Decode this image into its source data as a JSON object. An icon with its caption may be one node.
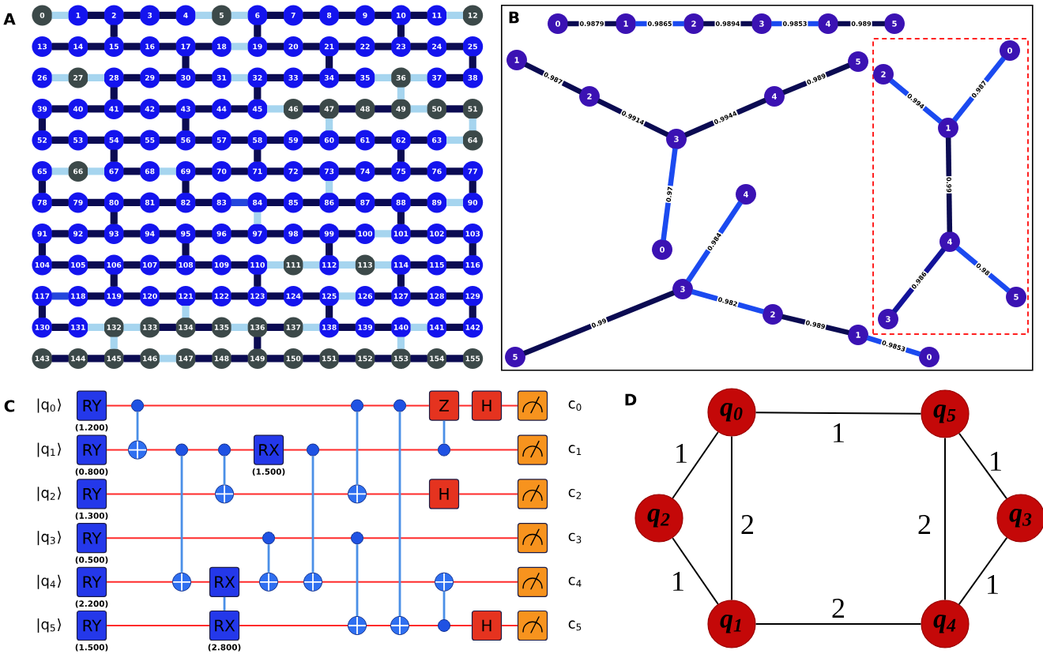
{
  "diagram": {
    "nodes": [
      {
        "text": [
          "0"
        ]
      },
      {
        "text": [
          "1"
        ]
      },
      {
        "text": [
          "2"
        ]
      },
      {
        "text": [
          "3"
        ]
      },
      {
        "text": [
          "4"
        ]
      },
      {
        "text": [
          "5"
        ]
      },
      {
        "text": [
          "6"
        ]
      },
      {
        "text": [
          "7"
        ]
      },
      {
        "text": [
          "8"
        ]
      },
      {
        "text": [
          "9"
        ]
      },
      {
        "text": [
          "10"
        ]
      },
      {
        "text": [
          "11"
        ]
      },
      {
        "text": [
          "12"
        ]
      },
      {
        "text": [
          "13"
        ]
      },
      {
        "text": [
          "14"
        ]
      },
      {
        "text": [
          "15"
        ]
      },
      {
        "text": [
          "16"
        ]
      },
      {
        "text": [
          "17"
        ]
      },
      {
        "text": [
          "18"
        ]
      },
      {
        "text": [
          "19"
        ]
      },
      {
        "text": [
          "20"
        ]
      },
      {
        "text": [
          "21"
        ]
      },
      {
        "text": [
          "22"
        ]
      },
      {
        "text": [
          "23"
        ]
      },
      {
        "text": [
          "24"
        ]
      },
      {
        "text": [
          "25"
        ]
      },
      {
        "text": [
          "26"
        ]
      },
      {
        "text": [
          "27"
        ]
      },
      {
        "text": [
          "28"
        ]
      },
      {
        "text": [
          "29"
        ]
      },
      {
        "text": [
          "30"
        ]
      },
      {
        "text": [
          "31"
        ]
      },
      {
        "text": [
          "32"
        ]
      },
      {
        "text": [
          "33"
        ]
      },
      {
        "text": [
          "34"
        ]
      },
      {
        "text": [
          "35"
        ]
      },
      {
        "text": [
          "36"
        ]
      },
      {
        "text": [
          "37"
        ]
      },
      {
        "text": [
          "38"
        ]
      },
      {
        "text": [
          "39"
        ]
      },
      {
        "text": [
          "40"
        ]
      },
      {
        "text": [
          "41"
        ]
      },
      {
        "text": [
          "42"
        ]
      },
      {
        "text": [
          "43"
        ]
      },
      {
        "text": [
          "44"
        ]
      },
      {
        "text": [
          "45"
        ]
      },
      {
        "text": [
          "46"
        ]
      },
      {
        "text": [
          "47"
        ]
      },
      {
        "text": [
          "48"
        ]
      },
      {
        "text": [
          "49"
        ]
      },
      {
        "text": [
          "50"
        ]
      },
      {
        "text": [
          "51"
        ]
      },
      {
        "text": [
          "52"
        ]
      },
      {
        "text": [
          "53"
        ]
      },
      {
        "text": [
          "54"
        ]
      },
      {
        "text": [
          "55"
        ]
      },
      {
        "text": [
          "56"
        ]
      },
      {
        "text": [
          "57"
        ]
      },
      {
        "text": [
          "58"
        ]
      },
      {
        "text": [
          "59"
        ]
      },
      {
        "text": [
          "60"
        ]
      },
      {
        "text": [
          "61"
        ]
      },
      {
        "text": [
          "62"
        ]
      },
      {
        "text": [
          "63"
        ]
      },
      {
        "text": [
          "64"
        ]
      },
      {
        "text": [
          "65"
        ]
      },
      {
        "text": [
          "66"
        ]
      },
      {
        "text": [
          "67"
        ]
      },
      {
        "text": [
          "68"
        ]
      },
      {
        "text": [
          "69"
        ]
      },
      {
        "text": [
          "70"
        ]
      },
      {
        "text": [
          "71"
        ]
      },
      {
        "text": [
          "72"
        ]
      },
      {
        "text": [
          "73"
        ]
      },
      {
        "text": [
          "74"
        ]
      },
      {
        "text": [
          "75"
        ]
      },
      {
        "text": [
          "76"
        ]
      },
      {
        "text": [
          "77"
        ]
      },
      {
        "text": [
          "78"
        ]
      },
      {
        "text": [
          "79"
        ]
      },
      {
        "text": [
          "80"
        ]
      },
      {
        "text": [
          "81"
        ]
      },
      {
        "text": [
          "82"
        ]
      },
      {
        "text": [
          "83"
        ]
      },
      {
        "text": [
          "84"
        ]
      },
      {
        "text": [
          "85"
        ]
      },
      {
        "text": [
          "86"
        ]
      },
      {
        "text": [
          "87"
        ]
      },
      {
        "text": [
          "88"
        ]
      },
      {
        "text": [
          "89"
        ]
      },
      {
        "text": [
          "90"
        ]
      },
      {
        "text": [
          "91"
        ]
      },
      {
        "text": [
          "92"
        ]
      },
      {
        "text": [
          "93"
        ]
      },
      {
        "text": [
          "94"
        ]
      },
      {
        "text": [
          "95"
        ]
      },
      {
        "text": [
          "96"
        ]
      },
      {
        "text": [
          "97"
        ]
      },
      {
        "text": [
          "98"
        ]
      },
      {
        "text": [
          "99"
        ]
      },
      {
        "text": [
          "100"
        ]
      },
      {
        "text": [
          "101"
        ]
      },
      {
        "text": [
          "102"
        ]
      },
      {
        "text": [
          "103"
        ]
      },
      {
        "text": [
          "104"
        ]
      },
      {
        "text": [
          "105"
        ]
      },
      {
        "text": [
          "106"
        ]
      },
      {
        "text": [
          "107"
        ]
      },
      {
        "text": [
          "108"
        ]
      },
      {
        "text": [
          "109"
        ]
      },
      {
        "text": [
          "110"
        ]
      },
      {
        "text": [
          "111"
        ]
      },
      {
        "text": [
          "112"
        ]
      },
      {
        "text": [
          "113"
        ]
      },
      {
        "text": [
          "114"
        ]
      },
      {
        "text": [
          "115"
        ]
      },
      {
        "text": [
          "116"
        ]
      },
      {
        "text": [
          "117"
        ]
      },
      {
        "text": [
          "118"
        ]
      },
      {
        "text": [
          "119"
        ]
      },
      {
        "text": [
          "120"
        ]
      },
      {
        "text": [
          "121"
        ]
      },
      {
        "text": [
          "122"
        ]
      },
      {
        "text": [
          "123"
        ]
      },
      {
        "text": [
          "124"
        ]
      },
      {
        "text": [
          "125"
        ]
      },
      {
        "text": [
          "126"
        ]
      },
      {
        "text": [
          "127"
        ]
      },
      {
        "text": [
          "128"
        ]
      },
      {
        "text": [
          "129"
        ]
      },
      {
        "text": [
          "130"
        ]
      },
      {
        "text": [
          "131"
        ]
      },
      {
        "text": [
          "132"
        ]
      },
      {
        "text": [
          "133"
        ]
      },
      {
        "text": [
          "134"
        ]
      },
      {
        "text": [
          "135"
        ]
      },
      {
        "text": [
          "136"
        ]
      },
      {
        "text": [
          "137"
        ]
      },
      {
        "text": [
          "138"
        ]
      },
      {
        "text": [
          "139"
        ]
      },
      {
        "text": [
          "140"
        ]
      },
      {
        "text": [
          "141"
        ]
      },
      {
        "text": [
          "142"
        ]
      },
      {
        "text": [
          "143"
        ]
      },
      {
        "text": [
          "144"
        ]
      },
      {
        "text": [
          "145"
        ]
      },
      {
        "text": [
          "146"
        ]
      },
      {
        "text": [
          "147"
        ]
      },
      {
        "text": [
          "148"
        ]
      },
      {
        "text": [
          "149"
        ]
      },
      {
        "text": [
          "150"
        ]
      },
      {
        "text": [
          "151"
        ]
      },
      {
        "text": [
          "152"
        ]
      },
      {
        "text": [
          "153"
        ]
      },
      {
        "text": [
          "154"
        ]
      },
      {
        "text": [
          "155"
        ]
      },
      {
        "text": [
          "B"
        ]
      },
      {
        "text": [
          "0"
        ],
        "in": 156
      },
      {
        "text": [
          "1"
        ],
        "in": 156
      },
      {
        "text": [
          "2"
        ],
        "in": 156
      },
      {
        "text": [
          "3"
        ],
        "in": 156
      },
      {
        "text": [
          "4"
        ],
        "in": 156
      },
      {
        "text": [
          "5"
        ],
        "in": 156
      },
      {
        "text": [
          "0"
        ],
        "in": 156
      },
      {
        "text": [
          "1"
        ],
        "in": 156
      },
      {
        "text": [
          "2"
        ],
        "in": 156
      },
      {
        "text": [
          "3"
        ],
        "in": 156
      },
      {
        "text": [
          "4"
        ],
        "in": 156
      },
      {
        "text": [
          "5"
        ],
        "in": 156
      },
      {
        "text": [],
        "shape": "box",
        "in": 156
      },
      {
        "text": [
          "0"
        ],
        "in": 169
      },
      {
        "text": [
          "1"
        ],
        "in": 169
      },
      {
        "text": [
          "2"
        ],
        "in": 169
      },
      {
        "text": [
          "3"
        ],
        "in": 169
      },
      {
        "text": [
          "4"
        ],
        "in": 169
      },
      {
        "text": [
          "5"
        ],
        "in": 169
      },
      {
        "text": [
          "0"
        ],
        "in": 156
      },
      {
        "text": [
          "1"
        ],
        "in": 156
      },
      {
        "text": [
          "2"
        ],
        "in": 156
      },
      {
        "text": [
          "3"
        ],
        "in": 156
      },
      {
        "text": [
          "4"
        ],
        "in": 156
      },
      {
        "text": [
          "5"
        ],
        "in": 156
      },
      {
        "text": [
          "RY"
        ],
        "beside": [
          "(1.200)"
        ]
      },
      {
        "text": [],
        "shape": "circle"
      },
      {
        "text": [],
        "shape": "circle"
      },
      {
        "text": [],
        "shape": "circle"
      },
      {
        "text": [
          "Z"
        ]
      },
      {
        "text": [
          "H"
        ]
      },
      {
        "text": [],
        "shape": "box"
      },
      {
        "text": [
          "RY"
        ],
        "beside": [
          "(0.800)"
        ]
      },
      {
        "text": [],
        "shape": "circle"
      },
      {
        "text": [],
        "shape": "circle"
      },
      {
        "text": [],
        "shape": "circle"
      },
      {
        "text": [
          "RX"
        ],
        "beside": [
          "(1.500)"
        ]
      },
      {
        "text": [],
        "shape": "circle"
      },
      {
        "text": [],
        "shape": "circle"
      },
      {
        "text": [],
        "shape": "box"
      },
      {
        "text": [
          "RY"
        ],
        "beside": [
          "(1.300)"
        ]
      },
      {
        "text": [],
        "shape": "circle"
      },
      {
        "text": [],
        "shape": "circle"
      },
      {
        "text": [
          "H"
        ]
      },
      {
        "text": [],
        "shape": "box"
      },
      {
        "text": [
          "RY"
        ],
        "beside": [
          "(0.500)"
        ]
      },
      {
        "text": [],
        "shape": "circle"
      },
      {
        "text": [],
        "shape": "circle"
      },
      {
        "text": [],
        "shape": "box"
      },
      {
        "text": [
          "RY"
        ],
        "beside": [
          "(2.200)"
        ]
      },
      {
        "text": [],
        "shape": "circle"
      },
      {
        "text": [
          "RX"
        ]
      },
      {
        "text": [],
        "shape": "circle"
      },
      {
        "text": [],
        "shape": "circle"
      },
      {
        "text": [],
        "shape": "circle"
      },
      {
        "text": [],
        "shape": "box"
      },
      {
        "text": [
          "RY"
        ],
        "beside": [
          "(1.500)"
        ]
      },
      {
        "text": [
          "RX"
        ],
        "beside": [
          "(2.800)"
        ]
      },
      {
        "text": [],
        "shape": "circle"
      },
      {
        "text": [],
        "shape": "circle"
      },
      {
        "text": [],
        "shape": "circle"
      },
      {
        "text": [
          "H"
        ]
      },
      {
        "text": [],
        "shape": "box"
      },
      {
        "text": [
          "q$_{0}$"
        ]
      },
      {
        "text": [
          "q$_{5}$"
        ]
      },
      {
        "text": [
          "q$_{2}$"
        ]
      },
      {
        "text": [
          "q$_{3}$"
        ]
      },
      {
        "text": [
          "q$_{1}$"
        ]
      },
      {
        "text": [
          "q$_{4}$"
        ]
      }
    ],
    "edges": [
      {
        "from": 0,
        "to": 1,
        "arrow": "none",
        "color": "#a6d5ef"
      },
      {
        "from": 1,
        "to": 2,
        "arrow": "none"
      },
      {
        "from": 2,
        "to": 3,
        "arrow": "none"
      },
      {
        "from": 3,
        "to": 4,
        "arrow": "none"
      },
      {
        "from": 4,
        "to": 5,
        "arrow": "none",
        "color": "#a6d5ef"
      },
      {
        "from": 5,
        "to": 6,
        "arrow": "none",
        "color": "#a6d5ef"
      },
      {
        "from": 6,
        "to": 7,
        "arrow": "none"
      },
      {
        "from": 7,
        "to": 8,
        "arrow": "none"
      },
      {
        "from": 8,
        "to": 9,
        "arrow": "none"
      },
      {
        "from": 9,
        "to": 10,
        "arrow": "none"
      },
      {
        "from": 10,
        "to": 11,
        "arrow": "none"
      },
      {
        "from": 11,
        "to": 12,
        "arrow": "none",
        "color": "#a6d5ef"
      },
      {
        "from": 2,
        "to": 15,
        "arrow": "none"
      },
      {
        "from": 6,
        "to": 19,
        "arrow": "none"
      },
      {
        "from": 10,
        "to": 23,
        "arrow": "none"
      },
      {
        "from": 13,
        "to": 14,
        "arrow": "none"
      },
      {
        "from": 14,
        "to": 15,
        "arrow": "none"
      },
      {
        "from": 15,
        "to": 16,
        "arrow": "none"
      },
      {
        "from": 16,
        "to": 17,
        "arrow": "none"
      },
      {
        "from": 17,
        "to": 18,
        "arrow": "none"
      },
      {
        "from": 18,
        "to": 19,
        "arrow": "none",
        "color": "#a6d5ef"
      },
      {
        "from": 19,
        "to": 20,
        "arrow": "none"
      },
      {
        "from": 20,
        "to": 21,
        "arrow": "none"
      },
      {
        "from": 21,
        "to": 22,
        "arrow": "none"
      },
      {
        "from": 22,
        "to": 23,
        "arrow": "none"
      },
      {
        "from": 23,
        "to": 24,
        "arrow": "none"
      },
      {
        "from": 24,
        "to": 25,
        "arrow": "none"
      },
      {
        "from": 17,
        "to": 30,
        "arrow": "none"
      },
      {
        "from": 21,
        "to": 34,
        "arrow": "none"
      },
      {
        "from": 25,
        "to": 38,
        "arrow": "none"
      },
      {
        "from": 26,
        "to": 27,
        "arrow": "none",
        "color": "#a6d5ef"
      },
      {
        "from": 27,
        "to": 28,
        "arrow": "none",
        "color": "#a6d5ef"
      },
      {
        "from": 28,
        "to": 29,
        "arrow": "none"
      },
      {
        "from": 29,
        "to": 30,
        "arrow": "none"
      },
      {
        "from": 30,
        "to": 31,
        "arrow": "none"
      },
      {
        "from": 31,
        "to": 32,
        "arrow": "none",
        "color": "#a6d5ef"
      },
      {
        "from": 32,
        "to": 33,
        "arrow": "none"
      },
      {
        "from": 33,
        "to": 34,
        "arrow": "none"
      },
      {
        "from": 34,
        "to": 35,
        "arrow": "none"
      },
      {
        "from": 35,
        "to": 36,
        "arrow": "none",
        "color": "#a6d5ef"
      },
      {
        "from": 36,
        "to": 37,
        "arrow": "none",
        "color": "#a6d5ef"
      },
      {
        "from": 37,
        "to": 38,
        "arrow": "none"
      },
      {
        "from": 28,
        "to": 41,
        "arrow": "none"
      },
      {
        "from": 32,
        "to": 45,
        "arrow": "none"
      },
      {
        "from": 36,
        "to": 49,
        "arrow": "none",
        "color": "#a6d5ef"
      },
      {
        "from": 39,
        "to": 40,
        "arrow": "none"
      },
      {
        "from": 40,
        "to": 41,
        "arrow": "none"
      },
      {
        "from": 41,
        "to": 42,
        "arrow": "none"
      },
      {
        "from": 42,
        "to": 43,
        "arrow": "none"
      },
      {
        "from": 43,
        "to": 44,
        "arrow": "none"
      },
      {
        "from": 44,
        "to": 45,
        "arrow": "none"
      },
      {
        "from": 45,
        "to": 46,
        "arrow": "none",
        "color": "#a6d5ef"
      },
      {
        "from": 46,
        "to": 47,
        "arrow": "none"
      },
      {
        "from": 47,
        "to": 48,
        "arrow": "none"
      },
      {
        "from": 48,
        "to": 49,
        "arrow": "none"
      },
      {
        "from": 49,
        "to": 50,
        "arrow": "none",
        "color": "#a6d5ef"
      },
      {
        "from": 50,
        "to": 51,
        "arrow": "none"
      },
      {
        "from": 39,
        "to": 52,
        "arrow": "none"
      },
      {
        "from": 43,
        "to": 56,
        "arrow": "none"
      },
      {
        "from": 47,
        "to": 60,
        "arrow": "none",
        "color": "#a6d5ef"
      },
      {
        "from": 51,
        "to": 64,
        "arrow": "none",
        "color": "#a6d5ef"
      },
      {
        "from": 52,
        "to": 53,
        "arrow": "none"
      },
      {
        "from": 53,
        "to": 54,
        "arrow": "none"
      },
      {
        "from": 54,
        "to": 55,
        "arrow": "none"
      },
      {
        "from": 55,
        "to": 56,
        "arrow": "none"
      },
      {
        "from": 56,
        "to": 57,
        "arrow": "none"
      },
      {
        "from": 57,
        "to": 58,
        "arrow": "none"
      },
      {
        "from": 58,
        "to": 59,
        "arrow": "none"
      },
      {
        "from": 59,
        "to": 60,
        "arrow": "none"
      },
      {
        "from": 60,
        "to": 61,
        "arrow": "none"
      },
      {
        "from": 61,
        "to": 62,
        "arrow": "none"
      },
      {
        "from": 62,
        "to": 63,
        "arrow": "none"
      },
      {
        "from": 63,
        "to": 64,
        "arrow": "none",
        "color": "#a6d5ef"
      },
      {
        "from": 54,
        "to": 67,
        "arrow": "none"
      },
      {
        "from": 58,
        "to": 71,
        "arrow": "none"
      },
      {
        "from": 62,
        "to": 75,
        "arrow": "none"
      },
      {
        "from": 65,
        "to": 66,
        "arrow": "none",
        "color": "#a6d5ef"
      },
      {
        "from": 66,
        "to": 67,
        "arrow": "none",
        "color": "#a6d5ef"
      },
      {
        "from": 67,
        "to": 68,
        "arrow": "none"
      },
      {
        "from": 68,
        "to": 69,
        "arrow": "none",
        "color": "#a6d5ef"
      },
      {
        "from": 69,
        "to": 70,
        "arrow": "none"
      },
      {
        "from": 70,
        "to": 71,
        "arrow": "none"
      },
      {
        "from": 71,
        "to": 72,
        "arrow": "none"
      },
      {
        "from": 72,
        "to": 73,
        "arrow": "none"
      },
      {
        "from": 73,
        "to": 74,
        "arrow": "none"
      },
      {
        "from": 74,
        "to": 75,
        "arrow": "none"
      },
      {
        "from": 75,
        "to": 76,
        "arrow": "none"
      },
      {
        "from": 76,
        "to": 77,
        "arrow": "none"
      },
      {
        "from": 65,
        "to": 78,
        "arrow": "none"
      },
      {
        "from": 69,
        "to": 82,
        "arrow": "none"
      },
      {
        "from": 73,
        "to": 86,
        "arrow": "none",
        "color": "#a6d5ef"
      },
      {
        "from": 77,
        "to": 90,
        "arrow": "none"
      },
      {
        "from": 78,
        "to": 79,
        "arrow": "none"
      },
      {
        "from": 79,
        "to": 80,
        "arrow": "none"
      },
      {
        "from": 80,
        "to": 81,
        "arrow": "none"
      },
      {
        "from": 81,
        "to": 82,
        "arrow": "none"
      },
      {
        "from": 82,
        "to": 83,
        "arrow": "none"
      },
      {
        "from": 83,
        "to": 84,
        "arrow": "none",
        "color": "#2446dc"
      },
      {
        "from": 84,
        "to": 85,
        "arrow": "none"
      },
      {
        "from": 85,
        "to": 86,
        "arrow": "none"
      },
      {
        "from": 86,
        "to": 87,
        "arrow": "none"
      },
      {
        "from": 87,
        "to": 88,
        "arrow": "none"
      },
      {
        "from": 88,
        "to": 89,
        "arrow": "none"
      },
      {
        "from": 89,
        "to": 90,
        "arrow": "none",
        "color": "#a6d5ef"
      },
      {
        "from": 80,
        "to": 93,
        "arrow": "none"
      },
      {
        "from": 84,
        "to": 97,
        "arrow": "none",
        "color": "#a6d5ef"
      },
      {
        "from": 88,
        "to": 101,
        "arrow": "none"
      },
      {
        "from": 91,
        "to": 92,
        "arrow": "none"
      },
      {
        "from": 92,
        "to": 93,
        "arrow": "none"
      },
      {
        "from": 93,
        "to": 94,
        "arrow": "none"
      },
      {
        "from": 94,
        "to": 95,
        "arrow": "none"
      },
      {
        "from": 95,
        "to": 96,
        "arrow": "none"
      },
      {
        "from": 96,
        "to": 97,
        "arrow": "none"
      },
      {
        "from": 97,
        "to": 98,
        "arrow": "none"
      },
      {
        "from": 98,
        "to": 99,
        "arrow": "none"
      },
      {
        "from": 99,
        "to": 100,
        "arrow": "none"
      },
      {
        "from": 100,
        "to": 101,
        "arrow": "none",
        "color": "#a6d5ef"
      },
      {
        "from": 101,
        "to": 102,
        "arrow": "none"
      },
      {
        "from": 102,
        "to": 103,
        "arrow": "none"
      },
      {
        "from": 91,
        "to": 104,
        "arrow": "none"
      },
      {
        "from": 95,
        "to": 108,
        "arrow": "none"
      },
      {
        "from": 99,
        "to": 112,
        "arrow": "none"
      },
      {
        "from": 103,
        "to": 116,
        "arrow": "none"
      },
      {
        "from": 104,
        "to": 105,
        "arrow": "none"
      },
      {
        "from": 105,
        "to": 106,
        "arrow": "none"
      },
      {
        "from": 106,
        "to": 107,
        "arrow": "none"
      },
      {
        "from": 107,
        "to": 108,
        "arrow": "none"
      },
      {
        "from": 108,
        "to": 109,
        "arrow": "none"
      },
      {
        "from": 109,
        "to": 110,
        "arrow": "none"
      },
      {
        "from": 110,
        "to": 111,
        "arrow": "none",
        "color": "#a6d5ef"
      },
      {
        "from": 111,
        "to": 112,
        "arrow": "none",
        "color": "#a6d5ef"
      },
      {
        "from": 112,
        "to": 113,
        "arrow": "none",
        "color": "#a6d5ef"
      },
      {
        "from": 113,
        "to": 114,
        "arrow": "none",
        "color": "#a6d5ef"
      },
      {
        "from": 114,
        "to": 115,
        "arrow": "none"
      },
      {
        "from": 115,
        "to": 116,
        "arrow": "none"
      },
      {
        "from": 106,
        "to": 119,
        "arrow": "none"
      },
      {
        "from": 110,
        "to": 123,
        "arrow": "none"
      },
      {
        "from": 114,
        "to": 127,
        "arrow": "none"
      },
      {
        "from": 117,
        "to": 118,
        "arrow": "none",
        "color": "#2446dc"
      },
      {
        "from": 118,
        "to": 119,
        "arrow": "none"
      },
      {
        "from": 119,
        "to": 120,
        "arrow": "none"
      },
      {
        "from": 120,
        "to": 121,
        "arrow": "none"
      },
      {
        "from": 121,
        "to": 122,
        "arrow": "none"
      },
      {
        "from": 122,
        "to": 123,
        "arrow": "none"
      },
      {
        "from": 123,
        "to": 124,
        "arrow": "none"
      },
      {
        "from": 124,
        "to": 125,
        "arrow": "none"
      },
      {
        "from": 125,
        "to": 126,
        "arrow": "none",
        "color": "#a6d5ef"
      },
      {
        "from": 126,
        "to": 127,
        "arrow": "none"
      },
      {
        "from": 127,
        "to": 128,
        "arrow": "none"
      },
      {
        "from": 128,
        "to": 129,
        "arrow": "none"
      },
      {
        "from": 117,
        "to": 130,
        "arrow": "none"
      },
      {
        "from": 121,
        "to": 134,
        "arrow": "none",
        "color": "#a6d5ef"
      },
      {
        "from": 125,
        "to": 138,
        "arrow": "none"
      },
      {
        "from": 129,
        "to": 142,
        "arrow": "none"
      },
      {
        "from": 130,
        "to": 131,
        "arrow": "none"
      },
      {
        "from": 131,
        "to": 132,
        "arrow": "none",
        "color": "#a6d5ef"
      },
      {
        "from": 132,
        "to": 133,
        "arrow": "none",
        "color": "#a6d5ef"
      },
      {
        "from": 133,
        "to": 134,
        "arrow": "none"
      },
      {
        "from": 134,
        "to": 135,
        "arrow": "none"
      },
      {
        "from": 135,
        "to": 136,
        "arrow": "none",
        "color": "#a6d5ef"
      },
      {
        "from": 136,
        "to": 137,
        "arrow": "none"
      },
      {
        "from": 137,
        "to": 138,
        "arrow": "none",
        "color": "#a6d5ef"
      },
      {
        "from": 138,
        "to": 139,
        "arrow": "none"
      },
      {
        "from": 139,
        "to": 140,
        "arrow": "none"
      },
      {
        "from": 140,
        "to": 141,
        "arrow": "none",
        "color": "#a6d5ef"
      },
      {
        "from": 141,
        "to": 142,
        "arrow": "none"
      },
      {
        "from": 132,
        "to": 145,
        "arrow": "none",
        "color": "#a6d5ef"
      },
      {
        "from": 136,
        "to": 149,
        "arrow": "none"
      },
      {
        "from": 140,
        "to": 153,
        "arrow": "none",
        "color": "#a6d5ef"
      },
      {
        "from": 143,
        "to": 144,
        "arrow": "none"
      },
      {
        "from": 144,
        "to": 145,
        "arrow": "none"
      },
      {
        "from": 145,
        "to": 146,
        "arrow": "none"
      },
      {
        "from": 146,
        "to": 147,
        "arrow": "none",
        "color": "#a6d5ef"
      },
      {
        "from": 147,
        "to": 148,
        "arrow": "none"
      },
      {
        "from": 148,
        "to": 149,
        "arrow": "none"
      },
      {
        "from": 149,
        "to": 150,
        "arrow": "none"
      },
      {
        "from": 150,
        "to": 151,
        "arrow": "none"
      },
      {
        "from": 151,
        "to": 152,
        "arrow": "none"
      },
      {
        "from": 152,
        "to": 153,
        "arrow": "none"
      },
      {
        "from": 153,
        "to": 154,
        "arrow": "none"
      },
      {
        "from": 154,
        "to": 155,
        "arrow": "none"
      },
      {
        "from": 157,
        "to": 158,
        "arrow": "none",
        "label": "0.9879"
      },
      {
        "from": 158,
        "to": 159,
        "arrow": "none",
        "label": "0.9865",
        "color": "#1b4af0"
      },
      {
        "from": 159,
        "to": 160,
        "arrow": "none",
        "label": "0.9894"
      },
      {
        "from": 160,
        "to": 161,
        "arrow": "none",
        "label": "0.9853",
        "color": "#1b4af0"
      },
      {
        "from": 161,
        "to": 162,
        "arrow": "none",
        "label": "0.989"
      },
      {
        "from": 164,
        "to": 165,
        "arrow": "none",
        "label": "0.987"
      },
      {
        "from": 165,
        "to": 166,
        "arrow": "none",
        "label": "0.9914"
      },
      {
        "from": 166,
        "to": 167,
        "arrow": "none",
        "label": "0.9944"
      },
      {
        "from": 167,
        "to": 168,
        "arrow": "none",
        "label": "0.989"
      },
      {
        "from": 166,
        "to": 163,
        "arrow": "none",
        "label": "0.97",
        "color": "#1b4af0"
      },
      {
        "from": 172,
        "to": 171,
        "arrow": "none",
        "label": "0.994",
        "color": "#1b4af0"
      },
      {
        "from": 170,
        "to": 171,
        "arrow": "none",
        "label": "0.987",
        "color": "#1b4af0"
      },
      {
        "from": 171,
        "to": 174,
        "arrow": "none",
        "label": "0.99"
      },
      {
        "from": 174,
        "to": 173,
        "arrow": "none",
        "label": "0.986",
        "color": "#13139a"
      },
      {
        "from": 174,
        "to": 175,
        "arrow": "none",
        "label": "0.98",
        "color": "#1b4af0"
      },
      {
        "from": 180,
        "to": 179,
        "arrow": "none",
        "label": "0.984",
        "color": "#1b4af0"
      },
      {
        "from": 179,
        "to": 181,
        "arrow": "none",
        "label": "0.99"
      },
      {
        "from": 179,
        "to": 178,
        "arrow": "none",
        "label": "0.982",
        "color": "#1b4af0"
      },
      {
        "from": 178,
        "to": 177,
        "arrow": "none",
        "label": "0.989"
      },
      {
        "from": 177,
        "to": 176,
        "arrow": "none",
        "label": "0.9853",
        "color": "#1b4af0"
      },
      {
        "from": 182,
        "to": 183,
        "arrow": "none",
        "color": "#ff2b2b"
      },
      {
        "from": 183,
        "to": 184,
        "arrow": "none",
        "color": "#ff2b2b"
      },
      {
        "from": 184,
        "to": 185,
        "arrow": "none",
        "color": "#ff2b2b"
      },
      {
        "from": 185,
        "to": 186,
        "arrow": "none",
        "color": "#ff2b2b"
      },
      {
        "from": 186,
        "to": 187,
        "arrow": "none",
        "color": "#ff2b2b"
      },
      {
        "from": 187,
        "to": 188,
        "arrow": "none",
        "color": "#ff2b2b"
      },
      {
        "from": 189,
        "to": 190,
        "arrow": "none",
        "color": "#ff2b2b"
      },
      {
        "from": 190,
        "to": 191,
        "arrow": "none",
        "color": "#ff2b2b"
      },
      {
        "from": 191,
        "to": 192,
        "arrow": "none",
        "color": "#ff2b2b"
      },
      {
        "from": 192,
        "to": 193,
        "arrow": "none",
        "color": "#ff2b2b"
      },
      {
        "from": 193,
        "to": 194,
        "arrow": "none",
        "color": "#ff2b2b"
      },
      {
        "from": 194,
        "to": 195,
        "arrow": "none",
        "color": "#ff2b2b"
      },
      {
        "from": 195,
        "to": 196,
        "arrow": "none",
        "color": "#ff2b2b"
      },
      {
        "from": 197,
        "to": 198,
        "arrow": "none",
        "color": "#ff2b2b"
      },
      {
        "from": 198,
        "to": 199,
        "arrow": "none",
        "color": "#ff2b2b"
      },
      {
        "from": 199,
        "to": 200,
        "arrow": "none",
        "color": "#ff2b2b"
      },
      {
        "from": 200,
        "to": 201,
        "arrow": "none",
        "color": "#ff2b2b"
      },
      {
        "from": 202,
        "to": 203,
        "arrow": "none",
        "color": "#ff2b2b"
      },
      {
        "from": 203,
        "to": 204,
        "arrow": "none",
        "color": "#ff2b2b"
      },
      {
        "from": 204,
        "to": 205,
        "arrow": "none",
        "color": "#ff2b2b"
      },
      {
        "from": 206,
        "to": 207,
        "arrow": "none",
        "color": "#ff2b2b"
      },
      {
        "from": 207,
        "to": 208,
        "arrow": "none",
        "color": "#ff2b2b"
      },
      {
        "from": 208,
        "to": 209,
        "arrow": "none",
        "color": "#ff2b2b"
      },
      {
        "from": 209,
        "to": 210,
        "arrow": "none",
        "color": "#ff2b2b"
      },
      {
        "from": 210,
        "to": 211,
        "arrow": "none",
        "color": "#ff2b2b"
      },
      {
        "from": 211,
        "to": 212,
        "arrow": "none",
        "color": "#ff2b2b"
      },
      {
        "from": 213,
        "to": 214,
        "arrow": "none",
        "color": "#ff2b2b"
      },
      {
        "from": 214,
        "to": 215,
        "arrow": "none",
        "color": "#ff2b2b"
      },
      {
        "from": 215,
        "to": 216,
        "arrow": "none",
        "color": "#ff2b2b"
      },
      {
        "from": 216,
        "to": 217,
        "arrow": "none",
        "color": "#ff2b2b"
      },
      {
        "from": 217,
        "to": 218,
        "arrow": "none",
        "color": "#ff2b2b"
      },
      {
        "from": 218,
        "to": 219,
        "arrow": "none",
        "color": "#ff2b2b"
      },
      {
        "from": 183,
        "to": 190,
        "arrow": "none",
        "color": "#4a8fe7"
      },
      {
        "from": 191,
        "to": 207,
        "arrow": "none",
        "color": "#4a8fe7"
      },
      {
        "from": 192,
        "to": 198,
        "arrow": "none",
        "color": "#4a8fe7"
      },
      {
        "from": 208,
        "to": 214,
        "arrow": "none",
        "color": "#4a8fe7"
      },
      {
        "from": 203,
        "to": 209,
        "arrow": "none",
        "color": "#4a8fe7"
      },
      {
        "from": 194,
        "to": 210,
        "arrow": "none",
        "color": "#4a8fe7"
      },
      {
        "from": 184,
        "to": 199,
        "arrow": "none",
        "color": "#4a8fe7"
      },
      {
        "from": 204,
        "to": 215,
        "arrow": "none",
        "color": "#4a8fe7"
      },
      {
        "from": 185,
        "to": 216,
        "arrow": "none",
        "color": "#4a8fe7"
      },
      {
        "from": 186,
        "to": 195,
        "arrow": "none",
        "color": "#4a8fe7"
      },
      {
        "from": 217,
        "to": 211,
        "arrow": "none",
        "color": "#4a8fe7"
      },
      {
        "from": 220,
        "to": 221,
        "arrow": "none",
        "label": "1",
        "color": "#000000"
      },
      {
        "from": 220,
        "to": 222,
        "arrow": "none",
        "label": "1",
        "color": "#000000"
      },
      {
        "from": 220,
        "to": 224,
        "arrow": "none",
        "label": "2",
        "color": "#000000"
      },
      {
        "from": 221,
        "to": 223,
        "arrow": "none",
        "label": "1",
        "color": "#000000"
      },
      {
        "from": 221,
        "to": 225,
        "arrow": "none",
        "label": "2",
        "color": "#000000"
      },
      {
        "from": 222,
        "to": 224,
        "arrow": "none",
        "label": "1",
        "color": "#000000"
      },
      {
        "from": 223,
        "to": 225,
        "arrow": "none",
        "label": "1",
        "color": "#000000"
      },
      {
        "from": 224,
        "to": 225,
        "arrow": "none",
        "label": "2",
        "color": "#000000"
      }
    ],
    "labels": [
      "A",
      "C",
      "D",
      "|q$_{0}$⟩",
      "c$_{0}$",
      "|q$_{1}$⟩",
      "c$_{1}$",
      "|q$_{2}$⟩",
      "c$_{2}$",
      "|q$_{3}$⟩",
      "c$_{3}$",
      "|q$_{4}$⟩",
      "c$_{4}$",
      "|q$_{5}$⟩",
      "c$_{5}$"
    ]
  }
}
